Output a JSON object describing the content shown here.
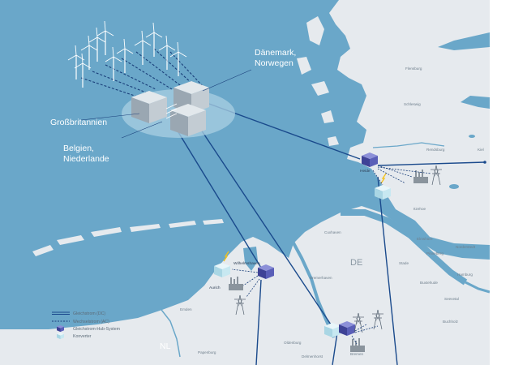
{
  "map": {
    "offshore_labels": {
      "denmark_norway_line1": "Dänemark,",
      "denmark_norway_line2": "Norwegen",
      "great_britain": "Großbritannien",
      "belgium_netherlands_line1": "Belgien,",
      "belgium_netherlands_line2": "Niederlande"
    },
    "countries": {
      "germany": "DE",
      "netherlands": "NL"
    },
    "cities": {
      "flensburg": "Flensburg",
      "schleswig": "Schleswig",
      "rendsburg": "Rendsburg",
      "kiel": "Kiel",
      "heide": "Heide",
      "itzehoe": "Itzehoe",
      "elmshorn": "Elmshorn",
      "norderstedt": "Norderstedt",
      "pinneberg": "Pinneberg",
      "cuxhaven": "Cuxhaven",
      "stade": "Stade",
      "hamburg": "Hamburg",
      "buxtehude": "Buxtehude",
      "seevetal": "Seevetal",
      "buchholz": "Buchholz",
      "bremerhaven": "Bremerhaven",
      "wilhelmshaven": "Wilhelmshaven",
      "aurich": "Aurich",
      "emden": "Emden",
      "papenburg": "Papenburg",
      "oldenburg": "Oldenburg",
      "delmenhorst": "Delmenhorst",
      "bremen": "Bremen"
    },
    "legend": [
      {
        "label": "Gleichstrom (DC)"
      },
      {
        "label": "Wechselstrom (AC)"
      },
      {
        "label": "Gleichstrom-Hub-System"
      },
      {
        "label": "Konverter"
      }
    ],
    "colors": {
      "sea": "#6aa7c9",
      "land": "#e6eaee",
      "dc_line": "#1a4a8c",
      "ac_line": "#1a3f7a",
      "hub": "#4b4fa8",
      "converter": "#bfe3ee"
    }
  }
}
